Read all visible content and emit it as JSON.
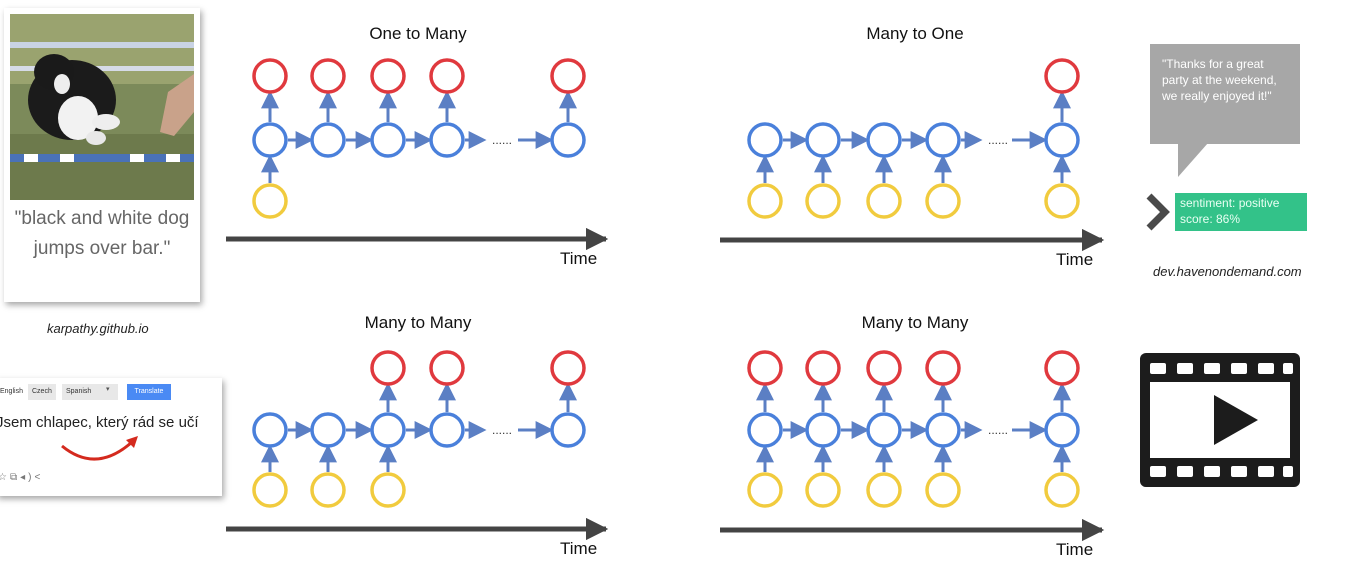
{
  "diagrams": [
    {
      "title": "One to Many",
      "time_label": "Time"
    },
    {
      "title": "Many to One",
      "time_label": "Time"
    },
    {
      "title": "Many to Many",
      "time_label": "Time"
    },
    {
      "title": "Many to Many",
      "time_label": "Time"
    }
  ],
  "colors": {
    "output_node": "#e0393e",
    "hidden_node": "#4a80db",
    "input_node": "#f1cb3e",
    "arrow": "#5b7fc4",
    "timeline": "#444444"
  },
  "ellipsis": "......",
  "image_caption": "\"black and white dog jumps over bar.\"",
  "credits": {
    "top_left": "karpathy.github.io",
    "top_right": "dev.havenondemand.com"
  },
  "translate": {
    "languages": [
      "English",
      "Czech",
      "Spanish"
    ],
    "button": "Translate",
    "text": "Jsem chlapec, který rád se učí"
  },
  "sentiment": {
    "quote": "\"Thanks for a great party at the weekend, we really enjoyed it!\"",
    "result": "sentiment: positive",
    "score": "score: 86%"
  },
  "icons": [
    "dog-photo",
    "chevron-right-icon",
    "video-play-icon",
    "star-icon",
    "copy-icon",
    "speaker-icon",
    "share-icon"
  ]
}
